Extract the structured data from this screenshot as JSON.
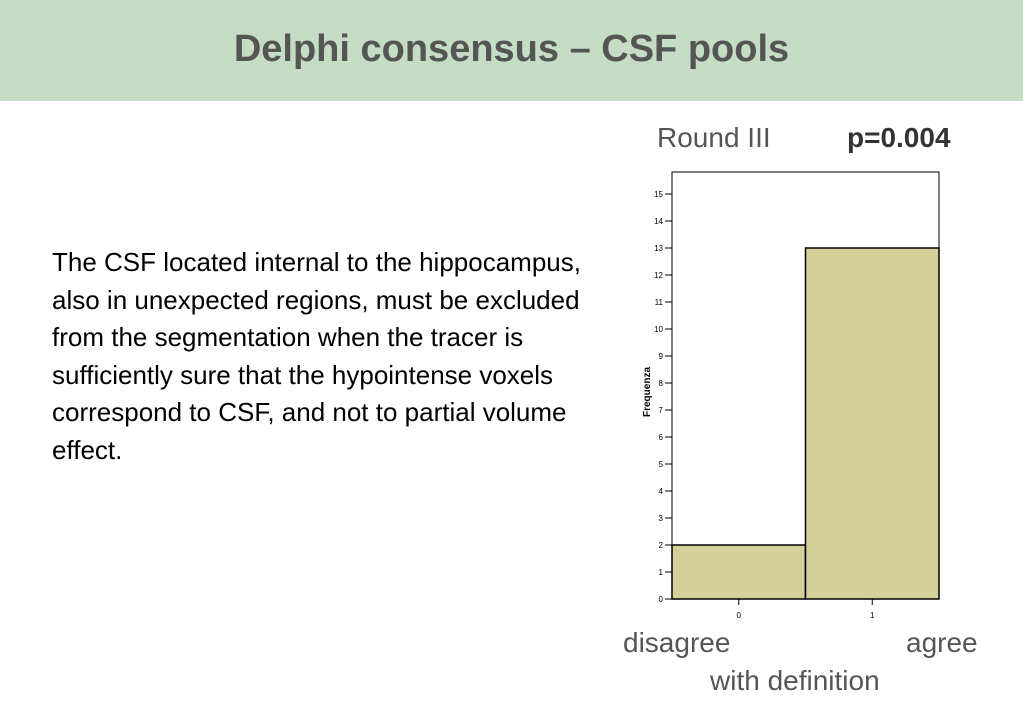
{
  "header": {
    "title": "Delphi consensus – CSF pools"
  },
  "body_text": "The CSF located internal to the hippocampus, also in unexpected regions, must be excluded from the segmentation when the tracer is sufficiently sure that the hypointense voxels correspond to CSF, and not to partial volume effect.",
  "round_label": "Round III",
  "p_value": "p=0.004",
  "captions": {
    "disagree": "disagree",
    "agree": "agree",
    "with_definition": "with definition"
  },
  "chart_data": {
    "type": "bar",
    "categories": [
      "0",
      "1"
    ],
    "values": [
      2,
      13
    ],
    "title": "",
    "xlabel": "",
    "ylabel": "Frequenza",
    "ylim": [
      0,
      15.8
    ],
    "yticks": [
      0,
      1,
      2,
      3,
      4,
      5,
      6,
      7,
      8,
      9,
      10,
      11,
      12,
      13,
      14,
      15
    ],
    "grid": false,
    "colors": {
      "bar_fill": "#d4d09a",
      "bar_stroke": "#000000"
    }
  }
}
